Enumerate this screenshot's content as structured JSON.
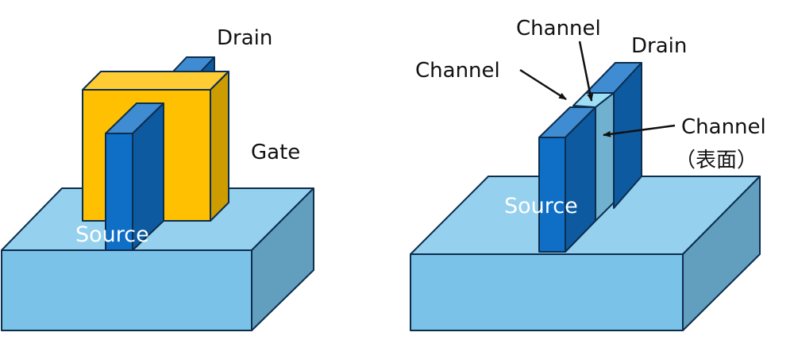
{
  "figures": {
    "planar_finfet": {
      "labels": {
        "drain": "Drain",
        "gate": "Gate",
        "source": "Source"
      }
    },
    "fin_channel": {
      "labels": {
        "channel_top": "Channel",
        "channel_left": "Channel",
        "drain": "Drain",
        "channel_surface": "Channel",
        "channel_surface_note": "（表面）",
        "source": "Source"
      }
    }
  },
  "colors": {
    "substrate_front": "#7ac2e8",
    "substrate_top": "#95d0ee",
    "substrate_side": "#629fbf",
    "gate_front": "#fec000",
    "gate_top": "#ffcd33",
    "gate_side": "#cc9c00",
    "fin_front": "#0f6fc6",
    "fin_top": "#3f8cd2",
    "fin_side": "#0d5aa0",
    "channel_top": "#9fdff6",
    "channel_side": "#70b1cf",
    "outline": "#0d2d4d",
    "text": "#111111"
  }
}
